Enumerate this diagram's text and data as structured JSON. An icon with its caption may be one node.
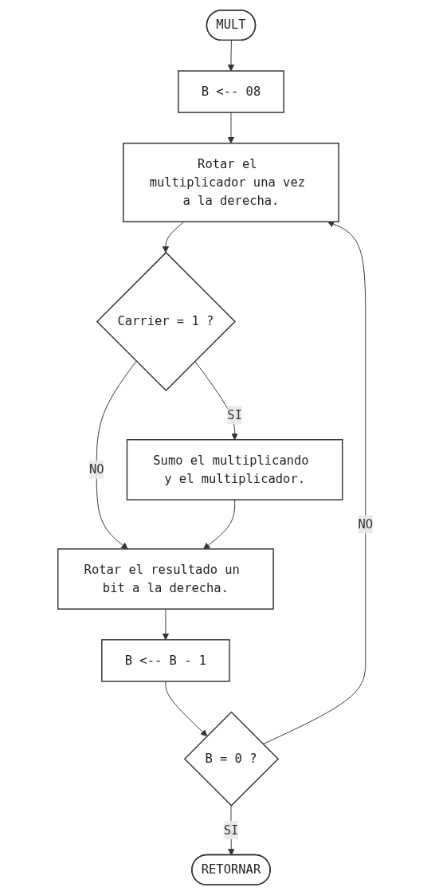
{
  "diagram": {
    "nodes": [
      {
        "text": [
          "MULT"
        ]
      },
      {
        "text": [
          "B <-- 08"
        ]
      },
      {
        "text": [
          "Rotar el multiplicador una vez a la derecha."
        ]
      },
      {
        "text": [
          "Carrier = 1 ?"
        ]
      },
      {
        "text": [
          "Sumo el multiplicando y el multiplicador."
        ]
      },
      {
        "text": [
          "Rotar el resultado un bit a la derecha."
        ]
      },
      {
        "text": [
          "B <-- B - 1"
        ]
      },
      {
        "text": [
          "B = 0 ?"
        ]
      },
      {
        "text": [
          "RETORNAR"
        ]
      }
    ],
    "edges": [
      {
        "from": 0,
        "to": 1,
        "arrow": "to"
      },
      {
        "from": 1,
        "to": 2,
        "arrow": "to"
      },
      {
        "from": 2,
        "to": 3,
        "arrow": "to"
      },
      {
        "from": 3,
        "to": 4,
        "arrow": "to",
        "label": "SI"
      },
      {
        "from": 3,
        "to": 5,
        "arrow": "to",
        "label": "NO"
      },
      {
        "from": 4,
        "to": 5,
        "arrow": "to"
      },
      {
        "from": 5,
        "to": 6,
        "arrow": "to"
      },
      {
        "from": 6,
        "to": 7,
        "arrow": "to"
      },
      {
        "from": 7,
        "to": 2,
        "arrow": "to",
        "label": "NO"
      },
      {
        "from": 7,
        "to": 8,
        "arrow": "to",
        "label": "SI"
      }
    ]
  }
}
